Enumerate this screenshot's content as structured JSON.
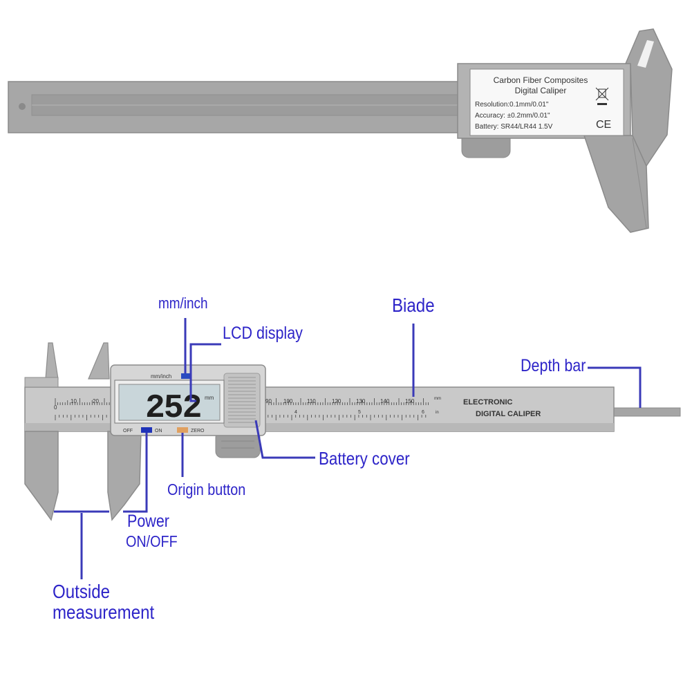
{
  "top_caliper": {
    "label_lines": [
      "Carbon Fiber Composites",
      "Digital Caliper",
      "Resolution:0.1mm/0.01\"",
      "Accuracy: ±0.2mm/0.01\"",
      "Battery: SR44/LR44 1.5V"
    ],
    "ce_mark": "CE"
  },
  "bottom_caliper": {
    "display_reading": "252",
    "display_unit": "mm",
    "unit_button_text": "mm/inch",
    "off_text": "OFF",
    "on_text": "ON",
    "zero_text": "ZERO",
    "mm_scale_labels": [
      "0",
      "10",
      "20",
      "90",
      "100",
      "110",
      "120",
      "130",
      "140",
      "150"
    ],
    "inch_scale_labels": [
      "4",
      "5",
      "6"
    ],
    "scale_mm_unit": "mm",
    "scale_in_unit": "in",
    "beam_text_line1": "ELECTRONIC",
    "beam_text_line2": "DIGITAL CALIPER"
  },
  "callouts": {
    "mm_inch": "mm/inch",
    "lcd_display": "LCD display",
    "blade": "Biade",
    "depth_bar": "Depth bar",
    "battery_cover": "Battery cover",
    "origin_button": "Origin button",
    "power_line1": "Power",
    "power_line2": "ON/OFF",
    "outside_line1": "Outside",
    "outside_line2": "measurement"
  },
  "colors": {
    "callout_text": "#2d24c8",
    "leader_line": "#3a3ab8",
    "body_gray": "#a3a3a3",
    "lcd_bg": "#c9d6da"
  }
}
